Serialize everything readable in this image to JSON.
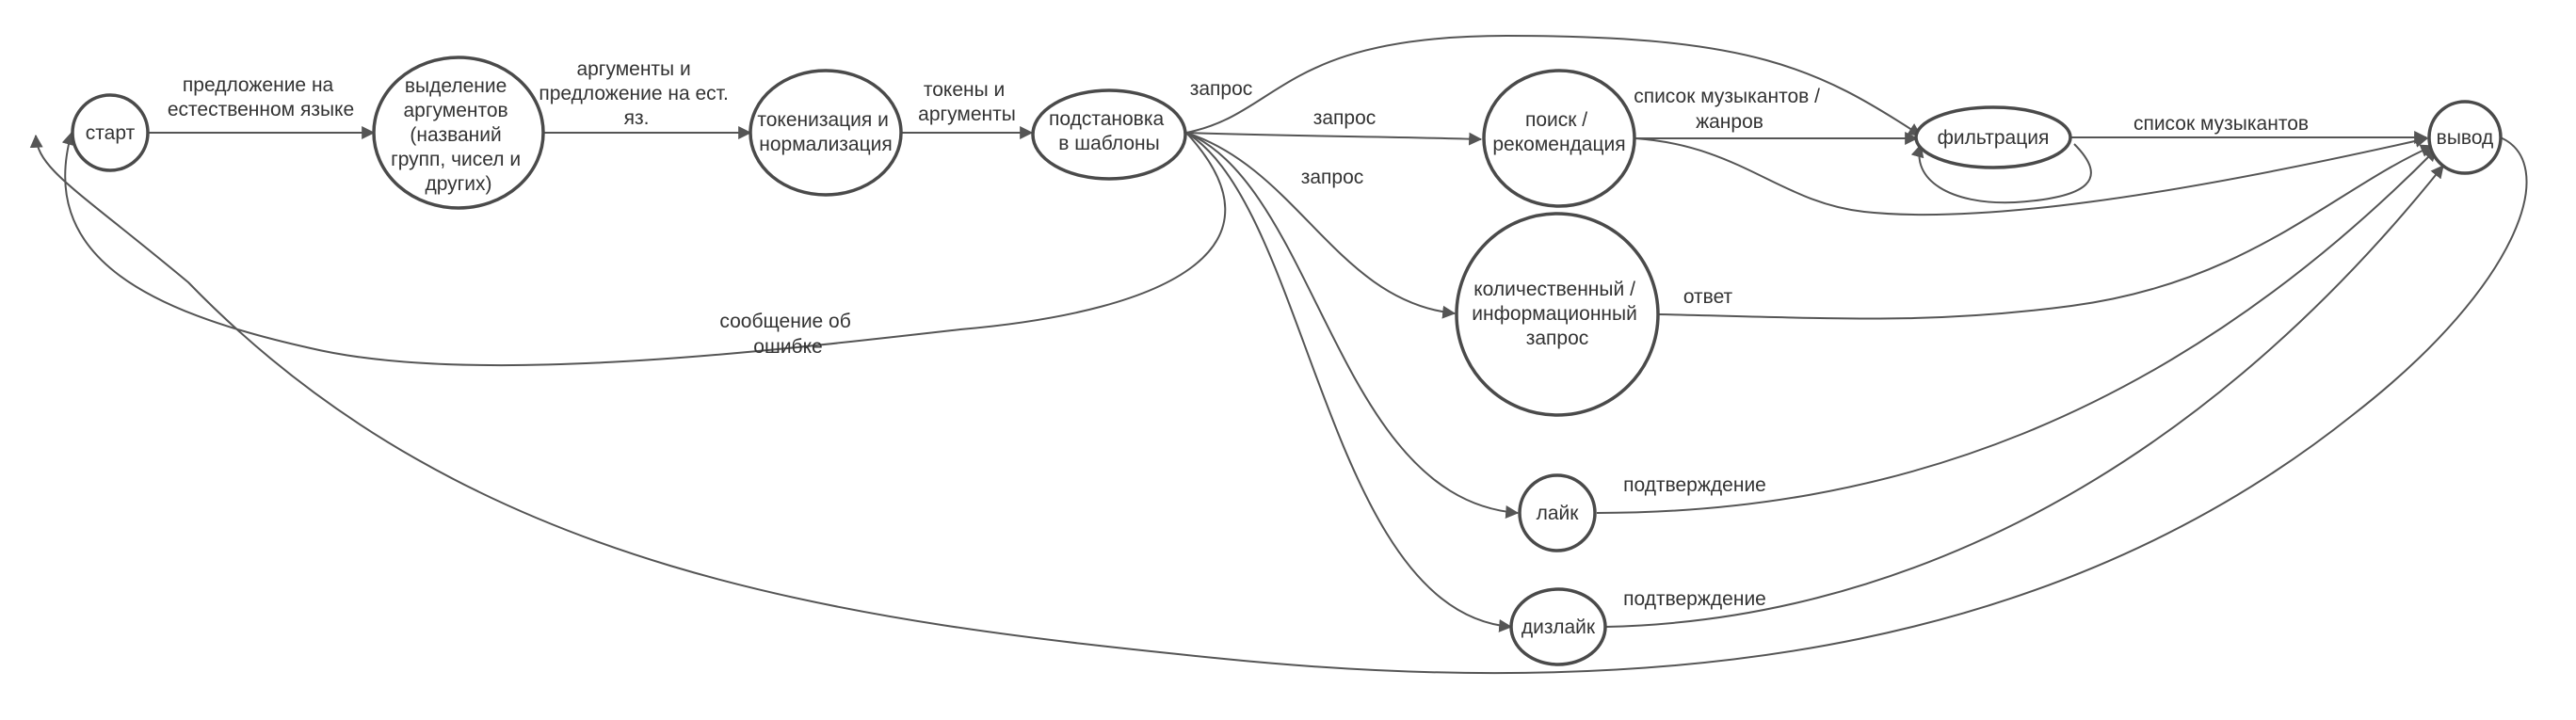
{
  "diagram": {
    "nodes": {
      "start": {
        "lines": [
          "старт"
        ]
      },
      "extract": {
        "lines": [
          "выделение",
          "аргументов",
          "(названий",
          "групп, чисел и",
          "других)"
        ]
      },
      "tokenize": {
        "lines": [
          "токенизация и",
          "нормализация"
        ]
      },
      "templates": {
        "lines": [
          "подстановка",
          "в шаблоны"
        ]
      },
      "search": {
        "lines": [
          "поиск /",
          "рекомендация"
        ]
      },
      "filter": {
        "lines": [
          "фильтрация"
        ]
      },
      "output": {
        "lines": [
          "вывод"
        ]
      },
      "quantity": {
        "lines": [
          "количественный /",
          "информационный",
          "запрос"
        ]
      },
      "like": {
        "lines": [
          "лайк"
        ]
      },
      "dislike": {
        "lines": [
          "дизлайк"
        ]
      }
    },
    "edge_labels": {
      "start_extract": [
        "предложение на",
        "естественном языке"
      ],
      "extract_tokenize": [
        "аргументы и",
        "предложение на ест.",
        "яз."
      ],
      "tokenize_templates": [
        "токены и",
        "аргументы"
      ],
      "templates_filter": [
        "запрос"
      ],
      "templates_search": [
        "запрос"
      ],
      "templates_quantity": [
        "запрос"
      ],
      "templates_start": [
        "сообщение об",
        "ошибке"
      ],
      "search_filter": [
        "список музыкантов /",
        "жанров"
      ],
      "filter_output": [
        "список музыкантов"
      ],
      "quantity_output": [
        "ответ"
      ],
      "like_output": [
        "подтверждение"
      ],
      "dislike_output": [
        "подтверждение"
      ]
    }
  }
}
